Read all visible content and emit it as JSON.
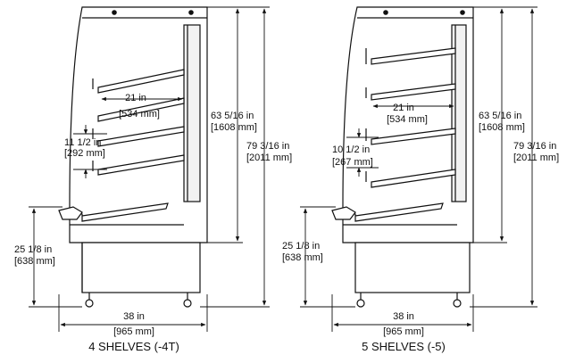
{
  "left": {
    "caption": "4 SHELVES (-4T)",
    "shelf_depth": {
      "imperial": "21 in",
      "metric": "[534 mm]"
    },
    "shelf_spacing": {
      "imperial": "11 1/2 in",
      "metric": "[292 mm]"
    },
    "display_height": {
      "imperial": "63 5/16 in",
      "metric": "[1608 mm]"
    },
    "overall_height": {
      "imperial": "79 3/16 in",
      "metric": "[2011 mm]"
    },
    "base_height": {
      "imperial": "25 1/8 in",
      "metric": "[638 mm]"
    },
    "width": {
      "imperial": "38 in",
      "metric": "[965 mm]"
    }
  },
  "right": {
    "caption": "5 SHELVES (-5)",
    "shelf_depth": {
      "imperial": "21 in",
      "metric": "[534 mm]"
    },
    "shelf_spacing": {
      "imperial": "10 1/2 in",
      "metric": "[267 mm]"
    },
    "display_height": {
      "imperial": "63 5/16 in",
      "metric": "[1608 mm]"
    },
    "overall_height": {
      "imperial": "79 3/16 in",
      "metric": "[2011 mm]"
    },
    "base_height": {
      "imperial": "25 1/8 in",
      "metric": "[638 mm]"
    },
    "width": {
      "imperial": "38 in",
      "metric": "[965 mm]"
    }
  }
}
